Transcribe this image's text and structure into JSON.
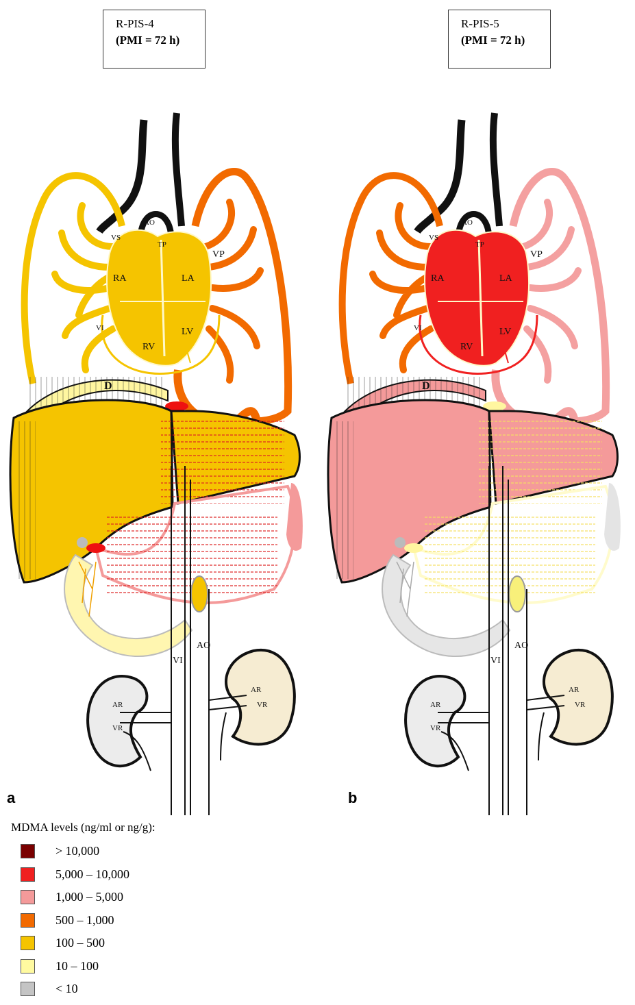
{
  "panels": [
    {
      "id": "a",
      "letter": "a",
      "case_id": "R-PIS-4",
      "pmi": "(PMI = 72 h)",
      "colors": {
        "lung_left": "#f5c400",
        "lung_right": "#f26a00",
        "heart": "#f5c400",
        "diaphragm": "#fff6a0",
        "liver": "#f5c400",
        "stomach": "#f49a9a",
        "duodenum": "#fff6b0",
        "gallbladder": "#f5c400",
        "kidney_right": "#ececec",
        "kidney_left": "#f6ecd2",
        "spleen": "#f49a9a",
        "portal": "#ee1111"
      }
    },
    {
      "id": "b",
      "letter": "b",
      "case_id": "R-PIS-5",
      "pmi": "(PMI = 72 h)",
      "colors": {
        "lung_left": "#f26a00",
        "lung_right": "#f4a0a0",
        "heart": "#f02020",
        "diaphragm": "#f49a9a",
        "liver": "#f49a9a",
        "stomach": "#fffbcc",
        "duodenum": "#e6e6e6",
        "gallbladder": "#f8f07a",
        "kidney_right": "#ececec",
        "kidney_left": "#f6ecd2",
        "spleen": "#e4e4e4",
        "portal": "#fff6a0"
      }
    }
  ],
  "anatomy_labels": {
    "aorta_upper": "AO",
    "pulmonary_trunk": "TP",
    "superior_vena_cava": "VS",
    "pulmonary_veins": "VP",
    "right_atrium": "RA",
    "left_atrium": "LA",
    "right_ventricle": "RV",
    "left_ventricle": "LV",
    "inferior_vena_cava_heart": "VI",
    "diaphragm": "D",
    "aorta_abdominal": "AO",
    "vena_cava_abdominal": "VI",
    "renal_artery_left": "AR",
    "renal_vein_left": "VR",
    "renal_artery_right": "AR",
    "renal_vein_right": "VR"
  },
  "legend": {
    "title": "MDMA levels (ng/ml or ng/g):",
    "items": [
      {
        "label": "> 10,000",
        "color": "#7a0000"
      },
      {
        "label": "5,000 – 10,000",
        "color": "#f02020"
      },
      {
        "label": "1,000 – 5,000",
        "color": "#f49a9a"
      },
      {
        "label": "500 – 1,000",
        "color": "#f26a00"
      },
      {
        "label": "100 – 500",
        "color": "#f5c400"
      },
      {
        "label": "10 – 100",
        "color": "#fffaa0"
      },
      {
        "label": "< 10",
        "color": "#c4c4c4"
      }
    ]
  }
}
